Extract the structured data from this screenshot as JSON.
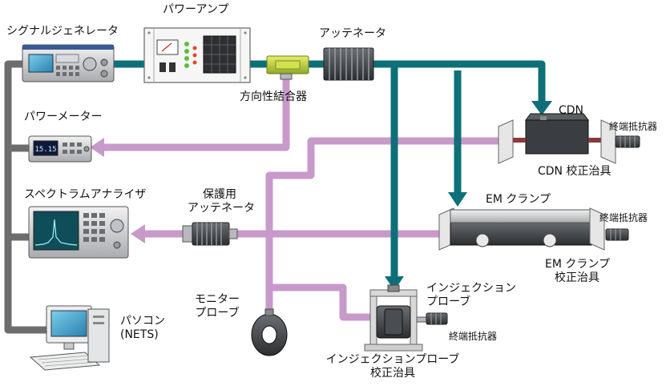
{
  "labels": {
    "signal_generator": "シグナルジェネレータ",
    "power_amp": "パワーアンプ",
    "attenuator": "アッテネータ",
    "directional_coupler": "方向性結合器",
    "power_meter": "パワーメーター",
    "cdn": "CDN",
    "cdn_terminator": "終端抵抗器",
    "cdn_fixture": "CDN 校正治具",
    "spectrum_analyzer": "スペクトラムアナライザ",
    "protect_att_line1": "保護用",
    "protect_att_line2": "アッテネータ",
    "em_clamp": "EM クランプ",
    "em_terminator": "終端抵抗器",
    "em_fixture_line1": "EM クランプ",
    "em_fixture_line2": "校正治具",
    "monitor_probe_line1": "モニター",
    "monitor_probe_line2": "プローブ",
    "injection_probe_line1": "インジェクション",
    "injection_probe_line2": "プローブ",
    "injection_terminator": "終端抵抗器",
    "pc_line1": "パソコン",
    "pc_line2": "(NETS)",
    "injection_fixture_line1": "インジェクションプローブ",
    "injection_fixture_line2": "校正治具"
  },
  "instrument_text": {
    "power_meter_display": "15.15"
  },
  "colors": {
    "control_line": "#6d6d6d",
    "rf_forward_line": "#0f6f78",
    "rf_monitor_line": "#c79ac9"
  },
  "icons": [
    "signal-generator-icon",
    "power-amplifier-icon",
    "directional-coupler-icon",
    "attenuator-icon",
    "power-meter-icon",
    "spectrum-analyzer-icon",
    "pc-icon",
    "cdn-icon",
    "em-clamp-icon",
    "injection-probe-icon",
    "monitor-probe-icon",
    "terminator-icon"
  ]
}
